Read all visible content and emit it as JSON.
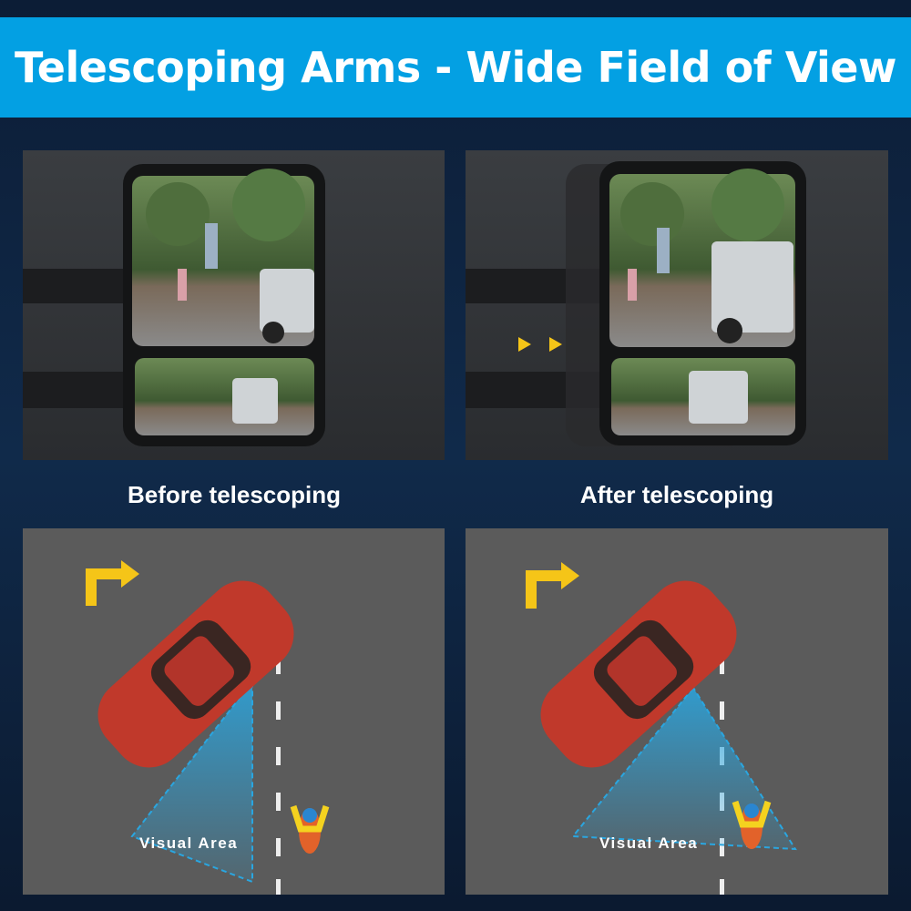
{
  "title": "Telescoping Arms - Wide Field of View",
  "captions": {
    "before": "Before telescoping",
    "after": "After telescoping"
  },
  "diagram_label": "Visual Area",
  "colors": {
    "banner": "#03a0e3",
    "car": "#c0392b",
    "cone": "#2aa6e0",
    "arrow": "#f5c518"
  }
}
